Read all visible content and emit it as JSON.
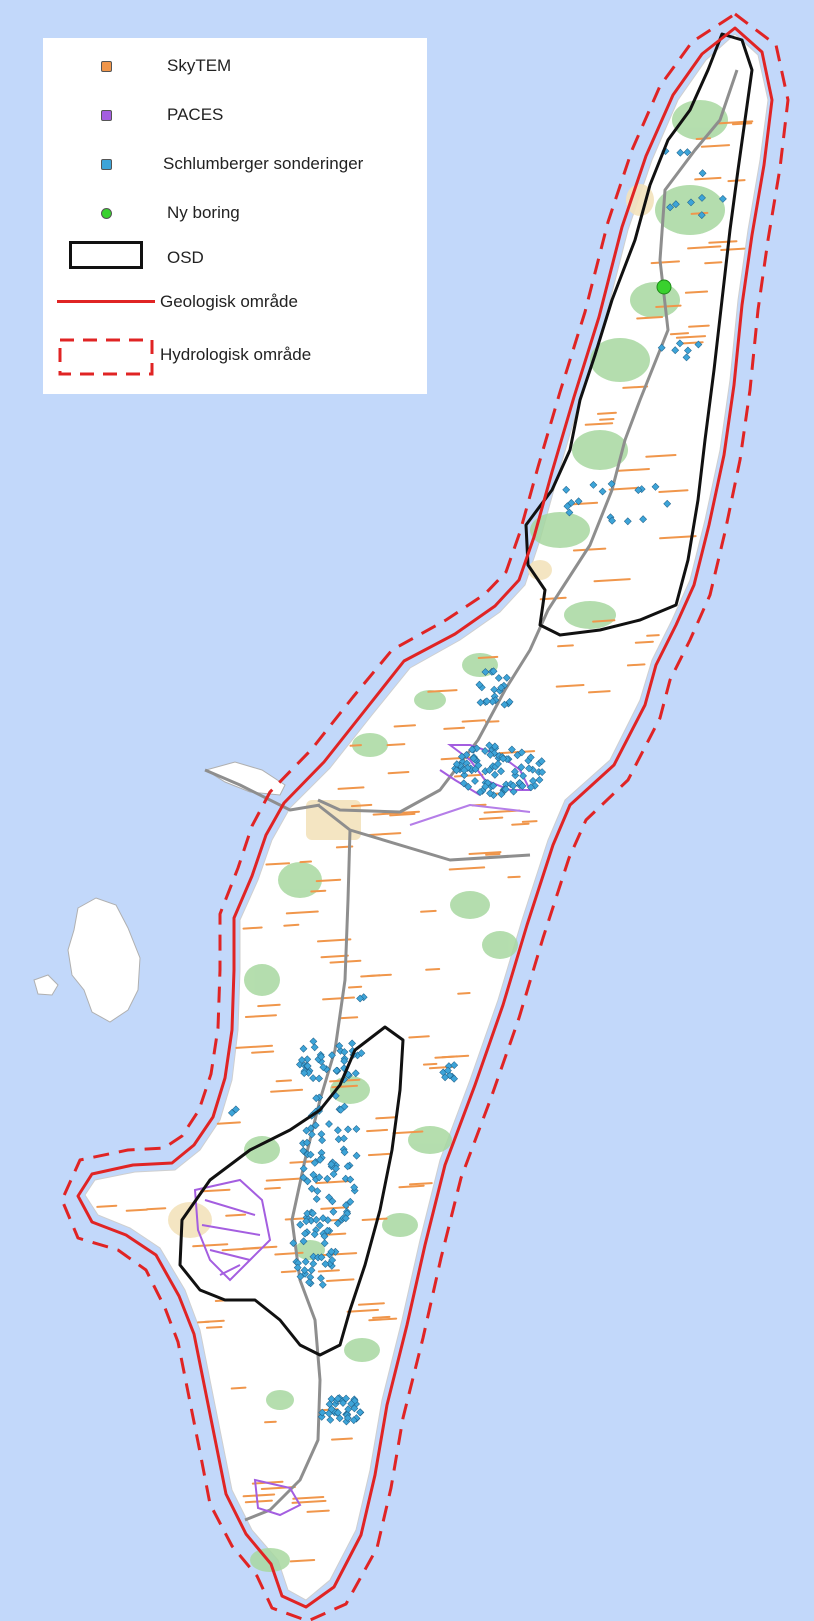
{
  "map": {
    "colors": {
      "sea": "#c2d8fa",
      "land": "#ffffff",
      "forest": "#a8d8a0",
      "skytem": "#f0964b",
      "paces": "#a45ee0",
      "schlumberger": "#3da4d8",
      "ny_boring": "#39d12e",
      "osd": "#111111",
      "geologisk": "#e02424",
      "hydrologisk": "#e02424",
      "road": "#8e8e8e"
    }
  },
  "legend": {
    "items": [
      {
        "label": "SkyTEM",
        "symbol": "orange-square",
        "color": "#f0964b"
      },
      {
        "label": "PACES",
        "symbol": "purple-square",
        "color": "#a45ee0"
      },
      {
        "label": "Schlumberger sonderinger",
        "symbol": "blue-square",
        "color": "#3da4d8"
      },
      {
        "label": "Ny boring",
        "symbol": "green-dot",
        "color": "#39d12e"
      },
      {
        "label": "OSD",
        "symbol": "black-outline-box",
        "color": "#111111"
      },
      {
        "label": "Geologisk område",
        "symbol": "red-line",
        "color": "#e02424"
      },
      {
        "label": "Hydrologisk område",
        "symbol": "red-dashed-box",
        "color": "#e02424"
      }
    ]
  }
}
